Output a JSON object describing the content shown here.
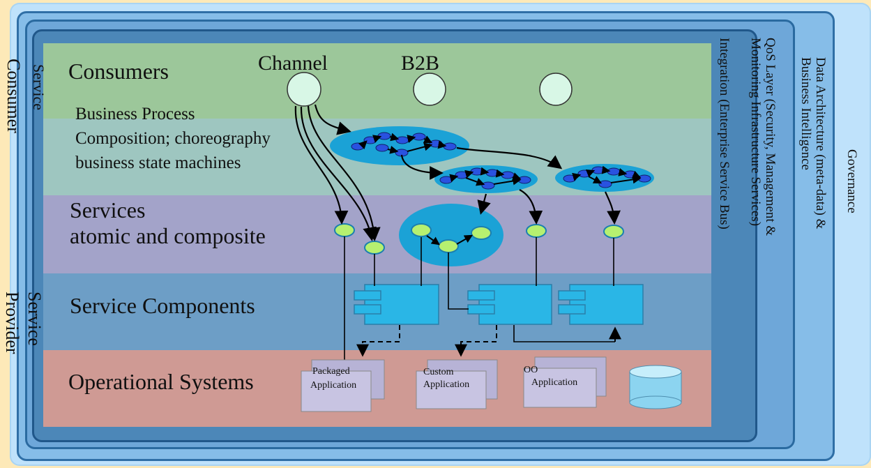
{
  "diagram": {
    "title_consumers": "Consumers",
    "channel_label": "Channel",
    "b2b_label": "B2B",
    "business_process_lines": [
      "Business Process",
      "Composition; choreography",
      "business state machines"
    ],
    "services_lines": [
      "Services",
      "atomic and composite"
    ],
    "service_components": "Service Components",
    "operational_systems": "Operational Systems",
    "service_consumer_lines": [
      "Service",
      "Consumer"
    ],
    "service_provider_lines": [
      "Service",
      "Provider"
    ],
    "integration": "Integration (Enterprise Service Bus)",
    "qos_lines": [
      "QoS Layer (Security, Management &",
      "Monitoring Infrastructure Services)"
    ],
    "data_arch_lines": [
      "Data Architecture (meta-data) &",
      "Business Intelligence"
    ],
    "governance": "Governance",
    "applications": [
      {
        "line1": "Packaged",
        "line2": "Application"
      },
      {
        "line1": "Custom",
        "line2": "Application"
      },
      {
        "line1": "OO",
        "line2": "Application"
      }
    ],
    "colors": {
      "consumers_band": "#9cc79a",
      "process_band": "#9ec6c0",
      "services_band": "#a3a3c9",
      "components_band": "#6d9ec6",
      "operational_band": "#cf9a94",
      "integration_frame": "#4c87b8",
      "qos_frame": "#6ea7d9",
      "data_frame": "#86bde8",
      "governance_frame": "#bfe2fb",
      "side_strip": "#fde9b8",
      "service_dot": "#b6f070",
      "process_ellipse": "#1ba2d6",
      "component_box": "#2ab6e6"
    }
  }
}
